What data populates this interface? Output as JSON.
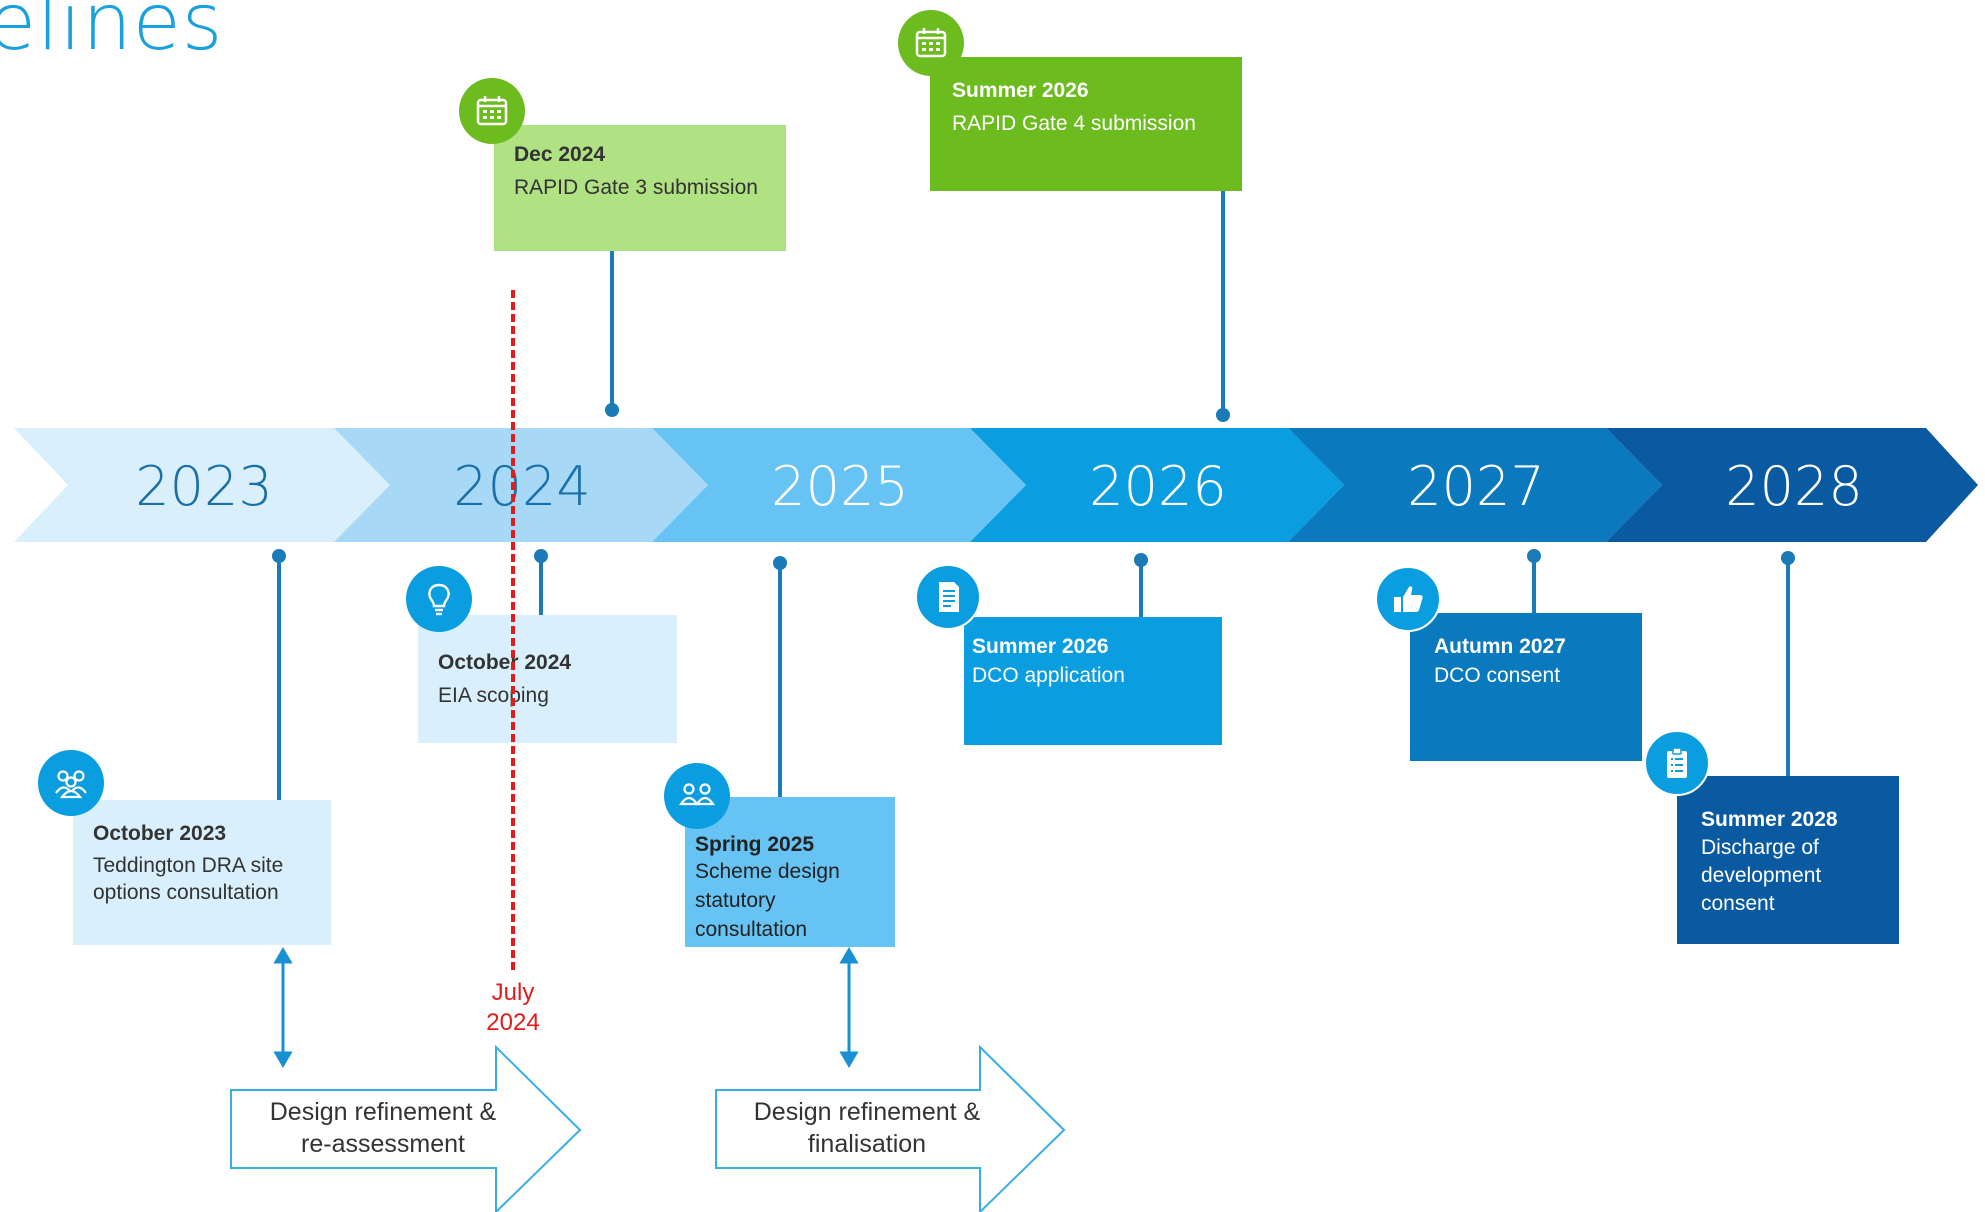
{
  "page": {
    "title": "elines"
  },
  "band": {
    "years": [
      {
        "label": "2023",
        "fill": "#d9effb",
        "text_color": "#1b6fa8"
      },
      {
        "label": "2024",
        "fill": "#a7d9f6",
        "text_color": "#1b6fa8"
      },
      {
        "label": "2025",
        "fill": "#67c3f3",
        "text_color": "#ffffff"
      },
      {
        "label": "2026",
        "fill": "#0a9ee0",
        "text_color": "#ffffff"
      },
      {
        "label": "2027",
        "fill": "#0a79be",
        "text_color": "#ffffff"
      },
      {
        "label": "2028",
        "fill": "#0a5aa1",
        "text_color": "#ffffff"
      }
    ]
  },
  "milestones_above": [
    {
      "date": "Dec 2024",
      "desc": "RAPID Gate 3 submission",
      "color": "#b0e182",
      "icon": "calendar-icon"
    },
    {
      "date": "Summer 2026",
      "desc": "RAPID Gate 4 submission",
      "color": "#6cbb1f",
      "icon": "calendar-icon"
    }
  ],
  "milestones_below": [
    {
      "date": "October 2023",
      "desc": "Teddington DRA site options consultation",
      "color": "#d9effb",
      "icon": "people-icon"
    },
    {
      "date": "October 2024",
      "desc": "EIA scoping",
      "color": "#d9effb",
      "icon": "lightbulb-icon"
    },
    {
      "date": "Spring 2025",
      "desc": "Scheme design statutory consultation",
      "color": "#67c3f3",
      "icon": "people-icon"
    },
    {
      "date": "Summer 2026",
      "desc": "DCO application",
      "color": "#0a9ee0",
      "icon": "document-icon"
    },
    {
      "date": "Autumn 2027",
      "desc": "DCO consent",
      "color": "#0a79be",
      "icon": "thumbs-up-icon"
    },
    {
      "date": "Summer 2028",
      "desc": "Discharge of development consent",
      "color": "#0a5aa1",
      "icon": "clipboard-icon"
    }
  ],
  "marker": {
    "label": "July\n2024",
    "color": "#e21b1b"
  },
  "phases": [
    {
      "label": "Design refinement & re-assessment"
    },
    {
      "label": "Design refinement & finalisation"
    }
  ],
  "colors": {
    "brand_blue": "#1aa0dc",
    "stem": "#1b7bb8"
  }
}
